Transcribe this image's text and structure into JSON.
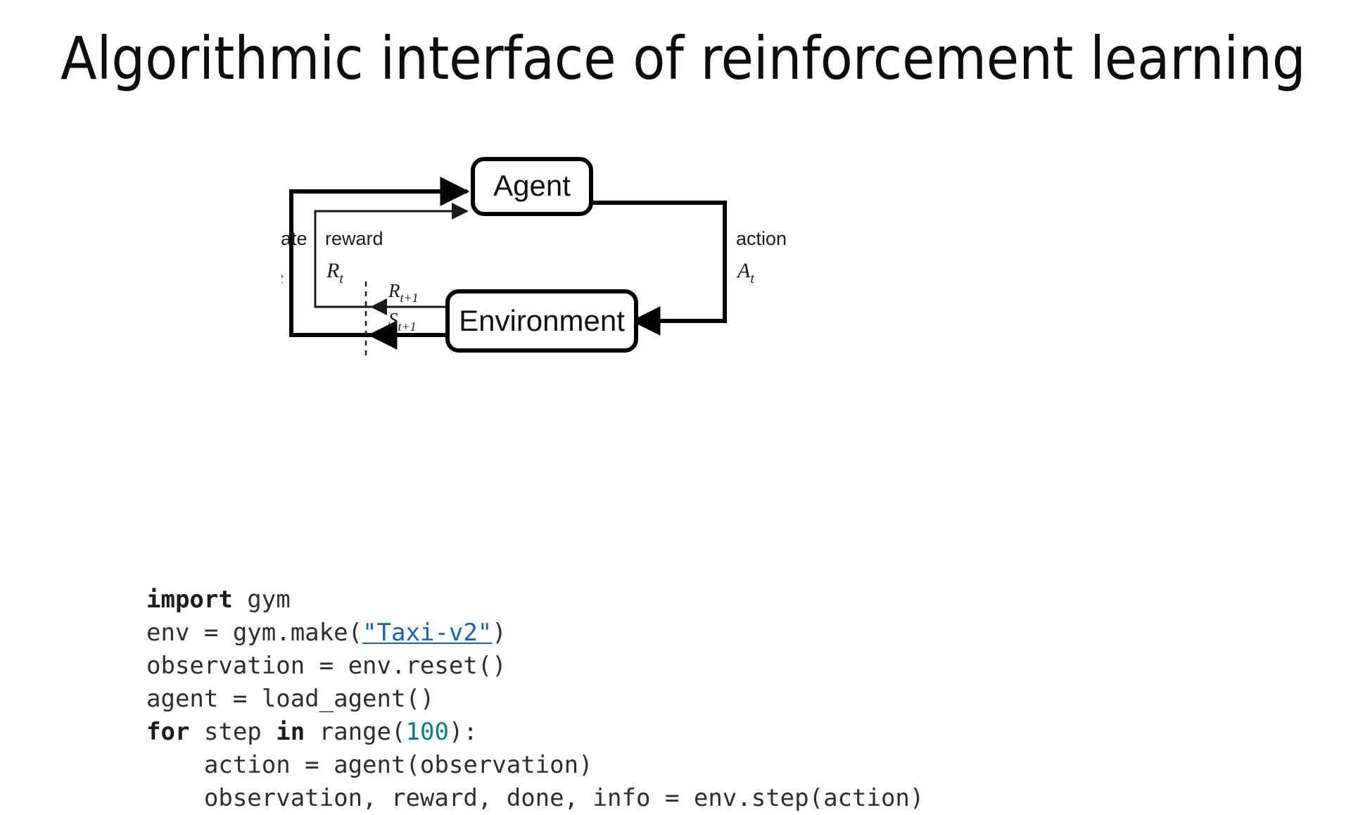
{
  "slide": {
    "title": "Algorithmic interface of reinforcement learning",
    "background_color": "#ffffff",
    "text_color": "#0d0d0d"
  },
  "diagram": {
    "name": "agent-environment-interaction-loop",
    "nodes": [
      {
        "id": "agent",
        "label": "Agent"
      },
      {
        "id": "environment",
        "label": "Environment"
      }
    ],
    "edge_labels": {
      "state_word": "state",
      "state_symbol": "S",
      "state_subscript": "t",
      "reward_word": "reward",
      "reward_symbol": "R",
      "reward_subscript": "t",
      "action_word": "action",
      "action_symbol": "A",
      "action_subscript": "t",
      "next_reward_symbol": "R",
      "next_reward_subscript": "t+1",
      "next_state_symbol": "S",
      "next_state_subscript": "t+1"
    },
    "stroke_color": "#000000",
    "box_fill": "#ffffff"
  },
  "code": {
    "language": "python",
    "link_color": "#1464b4",
    "number_color": "#00827f",
    "text_color": "#2e2e2e",
    "lines": [
      {
        "id": "line-1",
        "tokens": [
          {
            "text": "import",
            "style": "kw"
          },
          {
            "text": " gym",
            "style": "plain"
          }
        ]
      },
      {
        "id": "line-2",
        "tokens": [
          {
            "text": "env = gym.make(",
            "style": "plain"
          },
          {
            "text": "\"Taxi-v2\"",
            "style": "lnk"
          },
          {
            "text": ")",
            "style": "plain"
          }
        ]
      },
      {
        "id": "line-3",
        "tokens": [
          {
            "text": "observation = env.reset()",
            "style": "plain"
          }
        ]
      },
      {
        "id": "line-4",
        "tokens": [
          {
            "text": "agent = load_agent()",
            "style": "plain"
          }
        ]
      },
      {
        "id": "line-5",
        "tokens": [
          {
            "text": "for",
            "style": "kw"
          },
          {
            "text": " step ",
            "style": "plain"
          },
          {
            "text": "in",
            "style": "kw"
          },
          {
            "text": " range(",
            "style": "plain"
          },
          {
            "text": "100",
            "style": "num"
          },
          {
            "text": "):",
            "style": "plain"
          }
        ]
      },
      {
        "id": "line-6",
        "tokens": [
          {
            "text": "    action = agent(observation)",
            "style": "plain"
          }
        ]
      },
      {
        "id": "line-7",
        "tokens": [
          {
            "text": "    observation, reward, done, info = env.step(action)",
            "style": "plain"
          }
        ]
      }
    ]
  }
}
